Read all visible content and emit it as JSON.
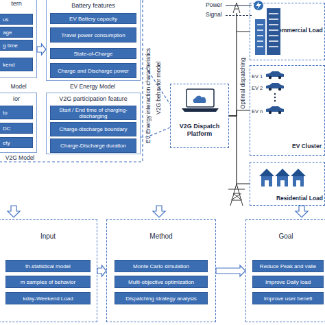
{
  "diagram": {
    "nodes": [
      {
        "text": [
          "tern"
        ]
      },
      {
        "text": [
          "us"
        ],
        "in": 0
      },
      {
        "text": [
          "age"
        ],
        "in": 0
      },
      {
        "text": [
          "g time"
        ],
        "in": 0
      },
      {
        "text": [
          "kend"
        ],
        "in": 0
      },
      {
        "text": [
          "Battery features"
        ]
      },
      {
        "text": [
          "EV Battery capacity"
        ],
        "in": 5
      },
      {
        "text": [
          "Travel power consumption"
        ],
        "in": 5
      },
      {
        "text": [
          "State-of-Charge"
        ],
        "in": 5
      },
      {
        "text": [
          "Charge and Discharge power"
        ],
        "in": 5
      },
      {
        "text": [
          "ior"
        ]
      },
      {
        "text": [
          "to"
        ],
        "in": 10
      },
      {
        "text": [
          "DC"
        ],
        "in": 10
      },
      {
        "text": [
          "ety"
        ],
        "in": 10
      },
      {
        "text": [
          "V2G participation feature"
        ]
      },
      {
        "text": [
          "Start / End time of charging-discharging"
        ],
        "in": 14
      },
      {
        "text": [
          "Charge-discharge boundary"
        ],
        "in": 14
      },
      {
        "text": [
          "Charge-Discharge duration"
        ],
        "in": 14
      },
      {
        "text": [
          "V2G Dispatch Platform"
        ]
      },
      {
        "text": [
          "Commercial Load"
        ]
      },
      {
        "text": [
          "EV Cluster"
        ]
      },
      {
        "text": [
          "Residential Load"
        ]
      },
      {
        "text": [
          "Input"
        ]
      },
      {
        "text": [
          "th.statistical model"
        ],
        "in": 22
      },
      {
        "text": [
          "m samples of behavior"
        ],
        "in": 22
      },
      {
        "text": [
          "kday-Weekend Load"
        ],
        "in": 22
      },
      {
        "text": [
          "Method"
        ]
      },
      {
        "text": [
          "Monte Carlo simulation"
        ],
        "in": 26
      },
      {
        "text": [
          "Multi-objective optimization"
        ],
        "in": 26
      },
      {
        "text": [
          "Dispatching strategy analysis"
        ],
        "in": 26
      },
      {
        "text": [
          "Goal"
        ]
      },
      {
        "text": [
          "Reduce Peak and valle"
        ],
        "in": 30
      },
      {
        "text": [
          "Improve Daily load"
        ],
        "in": 30
      },
      {
        "text": [
          "Improve user benefi"
        ],
        "in": 30
      }
    ],
    "edges": [
      {
        "from": 0,
        "to": 5,
        "arrow": "to"
      },
      {
        "from": 5,
        "to": 18,
        "label": "V2G behavior model",
        "arrow": "none"
      },
      {
        "from": 14,
        "to": 18,
        "arrow": "none"
      },
      {
        "from": 18,
        "to": 19,
        "label": "Optimal dispatching",
        "arrow": "none"
      },
      {
        "from": 18,
        "to": 20,
        "arrow": "none"
      },
      {
        "from": 18,
        "to": 21,
        "arrow": "none"
      },
      {
        "from": 22,
        "to": 26,
        "arrow": "to"
      },
      {
        "from": 26,
        "to": 30,
        "arrow": "to"
      }
    ],
    "labels": [
      "Model",
      "EV Energy Model",
      "V2G Model",
      "EV Energy interaction characteristics",
      "EV 1",
      "EV 2",
      "EV n"
    ],
    "legend": [
      {
        "text": "Power"
      },
      {
        "text": "Signal"
      }
    ]
  }
}
